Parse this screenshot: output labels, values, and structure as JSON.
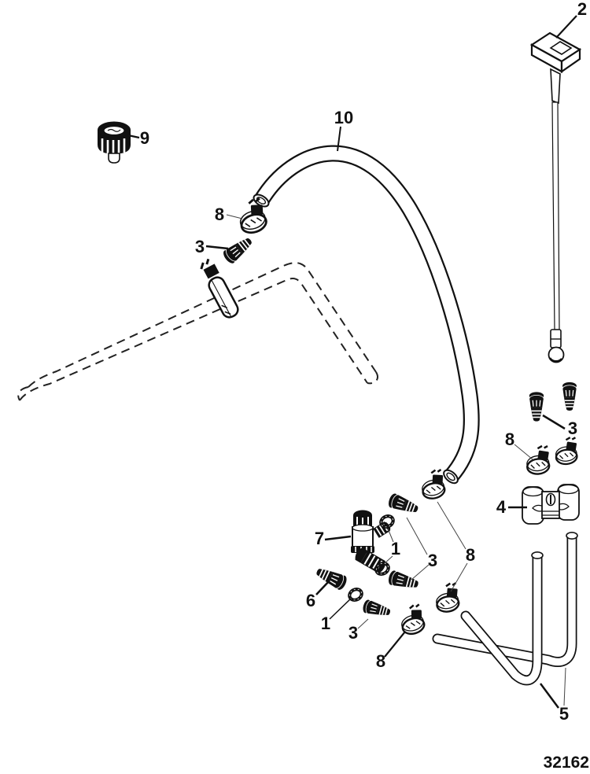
{
  "diagram": {
    "drawing_number": "32162",
    "background_color": "#ffffff",
    "line_color": "#111111"
  },
  "callouts": {
    "c2": {
      "text": "2"
    },
    "c9": {
      "text": "9"
    },
    "c10": {
      "text": "10"
    },
    "c8_top": {
      "text": "8"
    },
    "c3_top": {
      "text": "3"
    },
    "c3_right": {
      "text": "3"
    },
    "c8_right": {
      "text": "8"
    },
    "c4": {
      "text": "4"
    },
    "c7": {
      "text": "7"
    },
    "c1_mid": {
      "text": "1"
    },
    "c3_mid": {
      "text": "3"
    },
    "c8_mid": {
      "text": "8"
    },
    "c6": {
      "text": "6"
    },
    "c1_low": {
      "text": "1"
    },
    "c3_low": {
      "text": "3"
    },
    "c8_low": {
      "text": "8"
    },
    "c5": {
      "text": "5"
    }
  }
}
